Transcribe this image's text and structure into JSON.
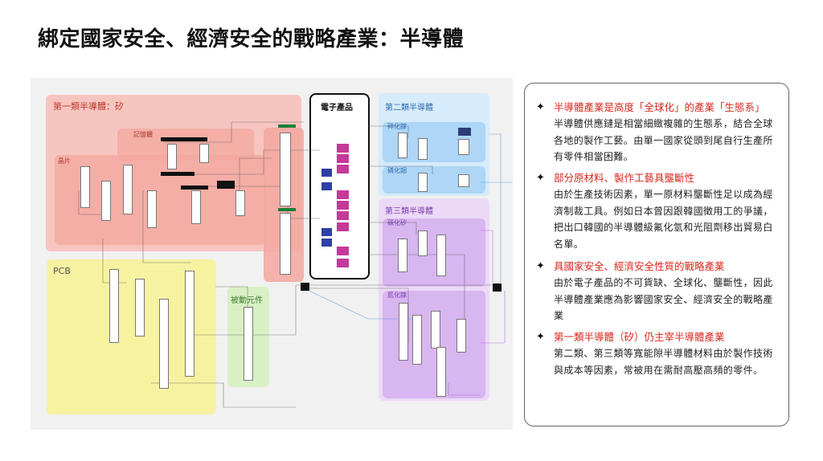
{
  "page": {
    "title": "綁定國家安全、經濟安全的戰略產業：半導體"
  },
  "diagram": {
    "regions": {
      "silicon": "第一類半導體：矽",
      "memory": "記憶體",
      "wafer": "晶片",
      "pcb": "PCB",
      "passive": "被動元件",
      "electronics": "電子產品",
      "second": "第二類半導體",
      "gaas": "砷化鎵",
      "inp": "磷化銦",
      "third": "第三類半導體",
      "sic": "碳化矽",
      "gan": "氮化鎵"
    }
  },
  "bullets": [
    {
      "head": "半導體產業是高度「全球化」的產業「生態系」",
      "body": "半導體供應鏈是相當細緻複雜的生態系，結合全球各地的製作工藝。由單一國家從頭到尾自行生產所有零件相當困難。"
    },
    {
      "head": "部分原材料、製作工藝具壟斷性",
      "body": "由於生產技術因素，單一原材料壟斷性足以成為經濟制裁工具。例如日本曾因跟韓國徵用工的爭議，把出口韓國的半導體級氟化氫和光阻劑移出貿易白名單。"
    },
    {
      "head": "具國家安全、經濟安全性質的戰略產業",
      "body": "由於電子產品的不可貨缺、全球化、壟斷性，因此半導體產業應為影響國家安全、經濟安全的戰略產業"
    },
    {
      "head": "第一類半導體（矽）仍主宰半導體產業",
      "body": "第二類、第三類等寬能隙半導體材料由於製作技術與成本等因素，常被用在需耐高壓高頻的零件。"
    }
  ],
  "icons": {
    "bullet": "star-bullet-icon"
  },
  "colors": {
    "accent": "#d8281e"
  }
}
